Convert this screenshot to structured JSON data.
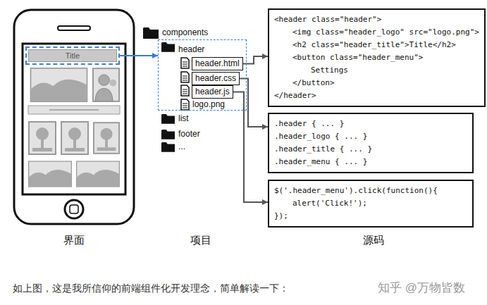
{
  "diagram": {
    "caption": "如上图，这是我所信仰的前端组件化开发理念，简单解读一下：",
    "nodes": [
      {
        "text": [
          "Title"
        ]
      },
      {
        "text": [
          "header"
        ]
      },
      {
        "text": [
          "header.html"
        ],
        "in": 1
      },
      {
        "text": [
          "header.css"
        ],
        "in": 1
      },
      {
        "text": [
          "header.js"
        ],
        "in": 1
      },
      {
        "text": [
          "<header class=\"header\">",
          "<img class=\"header_logo\" src=\"logo.png\">",
          "<h2 class=\"header_title\">Title</h2>",
          "<button class=\"header_menu\">",
          "Settings",
          "</button>",
          "</header>"
        ]
      },
      {
        "text": [
          ".header { ... }",
          ".header_logo { ... }",
          ".header_title { ... }",
          ".header_menu { ... }"
        ]
      },
      {
        "text": [
          "$('.header_menu').click(function(){",
          "alert('Click!');",
          "});"
        ]
      }
    ],
    "edges": [
      {
        "from": 0,
        "to": 1,
        "arrow": "to"
      },
      {
        "from": 2,
        "to": 5,
        "arrow": "to"
      },
      {
        "from": 3,
        "to": 6,
        "arrow": "to"
      },
      {
        "from": 4,
        "to": 7,
        "arrow": "to"
      }
    ],
    "labels": [
      "components",
      "logo.png",
      "list",
      "footer",
      "...",
      "界面",
      "项目",
      "源码",
      "知乎 @万物皆数"
    ]
  }
}
